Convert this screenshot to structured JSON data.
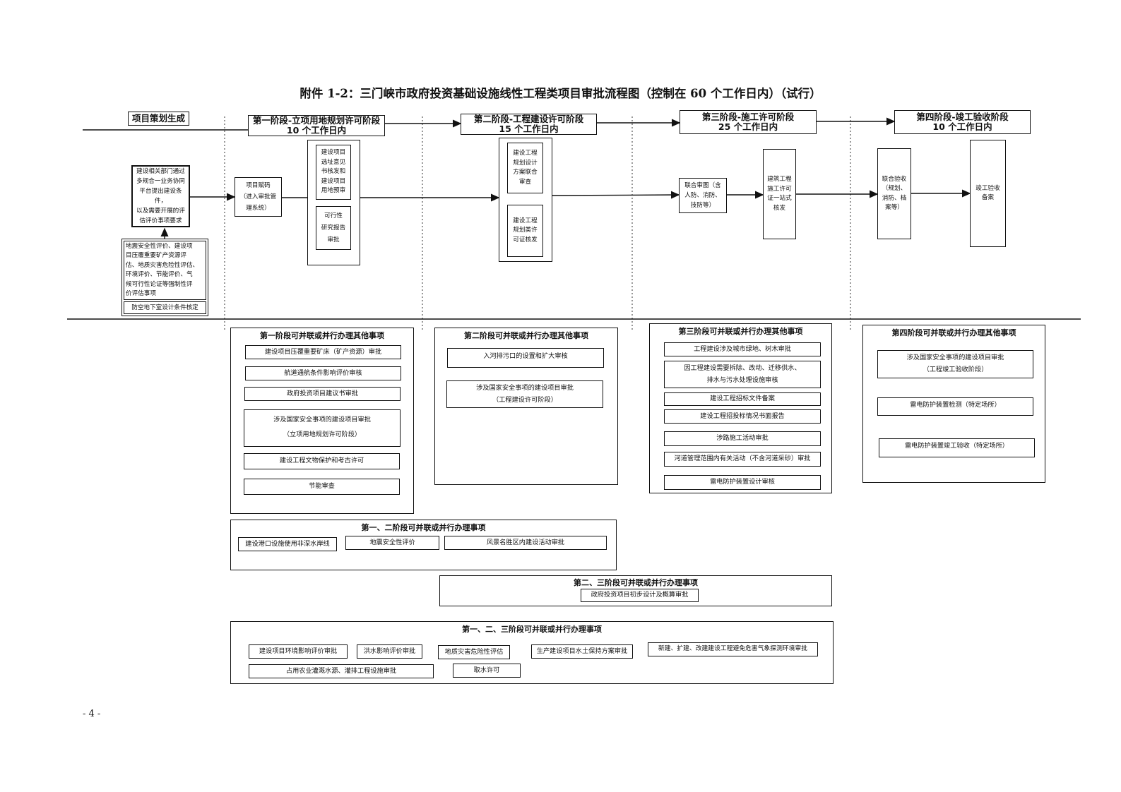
{
  "title": "附件 1-2：三门峡市政府投资基础设施线性工程类项目审批流程图（控制在 60 个工作日内）（试行）",
  "page_number": "- 4 -",
  "stages": {
    "planning": "项目策划生成",
    "s1": {
      "name": "第一阶段-立项用地规划许可阶段",
      "days": "10 个工作日内"
    },
    "s2": {
      "name": "第二阶段-工程建设许可阶段",
      "days": "15 个工作日内"
    },
    "s3": {
      "name": "第三阶段-施工许可阶段",
      "days": "25 个工作日内"
    },
    "s4": {
      "name": "第四阶段-竣工验收阶段",
      "days": "10 个工作日内"
    }
  },
  "flow": {
    "dept_box": "建设相关部门通过\n多规合一业务协同\n平台提出建设条件，\n以及需要开展的评\n估评价事项要求",
    "eval_box": "地震安全性评价、建设项\n目压覆重要矿产资源评\n估、地质灾害危险性评估、\n环境评价、节能评价、气\n候可行性论证等强制性评\n价评估事项",
    "civil_air": "防空地下室设计条件核定",
    "assign_code": "项目赋码\n（进入审批管\n理系统）",
    "site_opinion": "建设项目\n选址意见\n书核发和\n建设项目\n用地预审",
    "feasibility": "可行性\n研究报告\n审批",
    "plan_review": "建设工程\n规划设计\n方案联合\n审查",
    "plan_permit": "建设工程\n规划类许\n可证核发",
    "joint_drawing": "联合审图（含\n人防、消防、\n技防等）",
    "construct_permit": "建筑工程\n施工许可\n证一站式\n核发",
    "joint_accept": "联合验收\n（规划、\n消防、档\n案等）",
    "completion": "竣工验收\n备案"
  },
  "parallel": {
    "p1": {
      "title": "第一阶段可并联或并行办理其他事项",
      "items": [
        "建设项目压覆重要矿床（矿产资源）审批",
        "航道通航条件影响评价审核",
        "政府投资项目建议书审批",
        "涉及国家安全事项的建设项目审批\n（立项用地规划许可阶段）",
        "建设工程文物保护和考古许可",
        "节能审查"
      ]
    },
    "p2": {
      "title": "第二阶段可并联或并行办理其他事项",
      "items": [
        "入河排污口的设置和扩大审核",
        "涉及国家安全事项的建设项目审批\n（工程建设许可阶段）"
      ]
    },
    "p3": {
      "title": "第三阶段可并联或并行办理其他事项",
      "items": [
        "工程建设涉及城市绿地、树木审批",
        "因工程建设需要拆除、改动、迁移供水、\n排水与污水处理设施审核",
        "建设工程招标文件备案",
        "建设工程招投标情况书面报告",
        "涉路施工活动审批",
        "河道管理范围内有关活动（不含河道采砂）审批",
        "雷电防护装置设计审核"
      ]
    },
    "p4": {
      "title": "第四阶段可并联或并行办理其他事项",
      "items": [
        "涉及国家安全事项的建设项目审批\n（工程竣工验收阶段）",
        "雷电防护装置检测（特定场所）",
        "雷电防护装置竣工验收（特定场所）"
      ]
    },
    "p12": {
      "title": "第一、二阶段可并联或并行办理事项",
      "items": [
        "建设港口设施使用非深水岸线",
        "地震安全性评价",
        "风景名胜区内建设活动审批"
      ]
    },
    "p23": {
      "title": "第二、三阶段可并联或并行办理事项",
      "items": [
        "政府投资项目初步设计及概算审批"
      ]
    },
    "p123": {
      "title": "第一、二、三阶段可并联或并行办理事项",
      "items": [
        "建设项目环境影响评价审批",
        "洪水影响评价审批",
        "地质灾害危险性评估",
        "生产建设项目水土保持方案审批",
        "新建、扩建、改建建设工程避免危害气象探测环境审批",
        "占用农业灌溉水源、灌排工程设施审批",
        "取水许可"
      ]
    }
  }
}
